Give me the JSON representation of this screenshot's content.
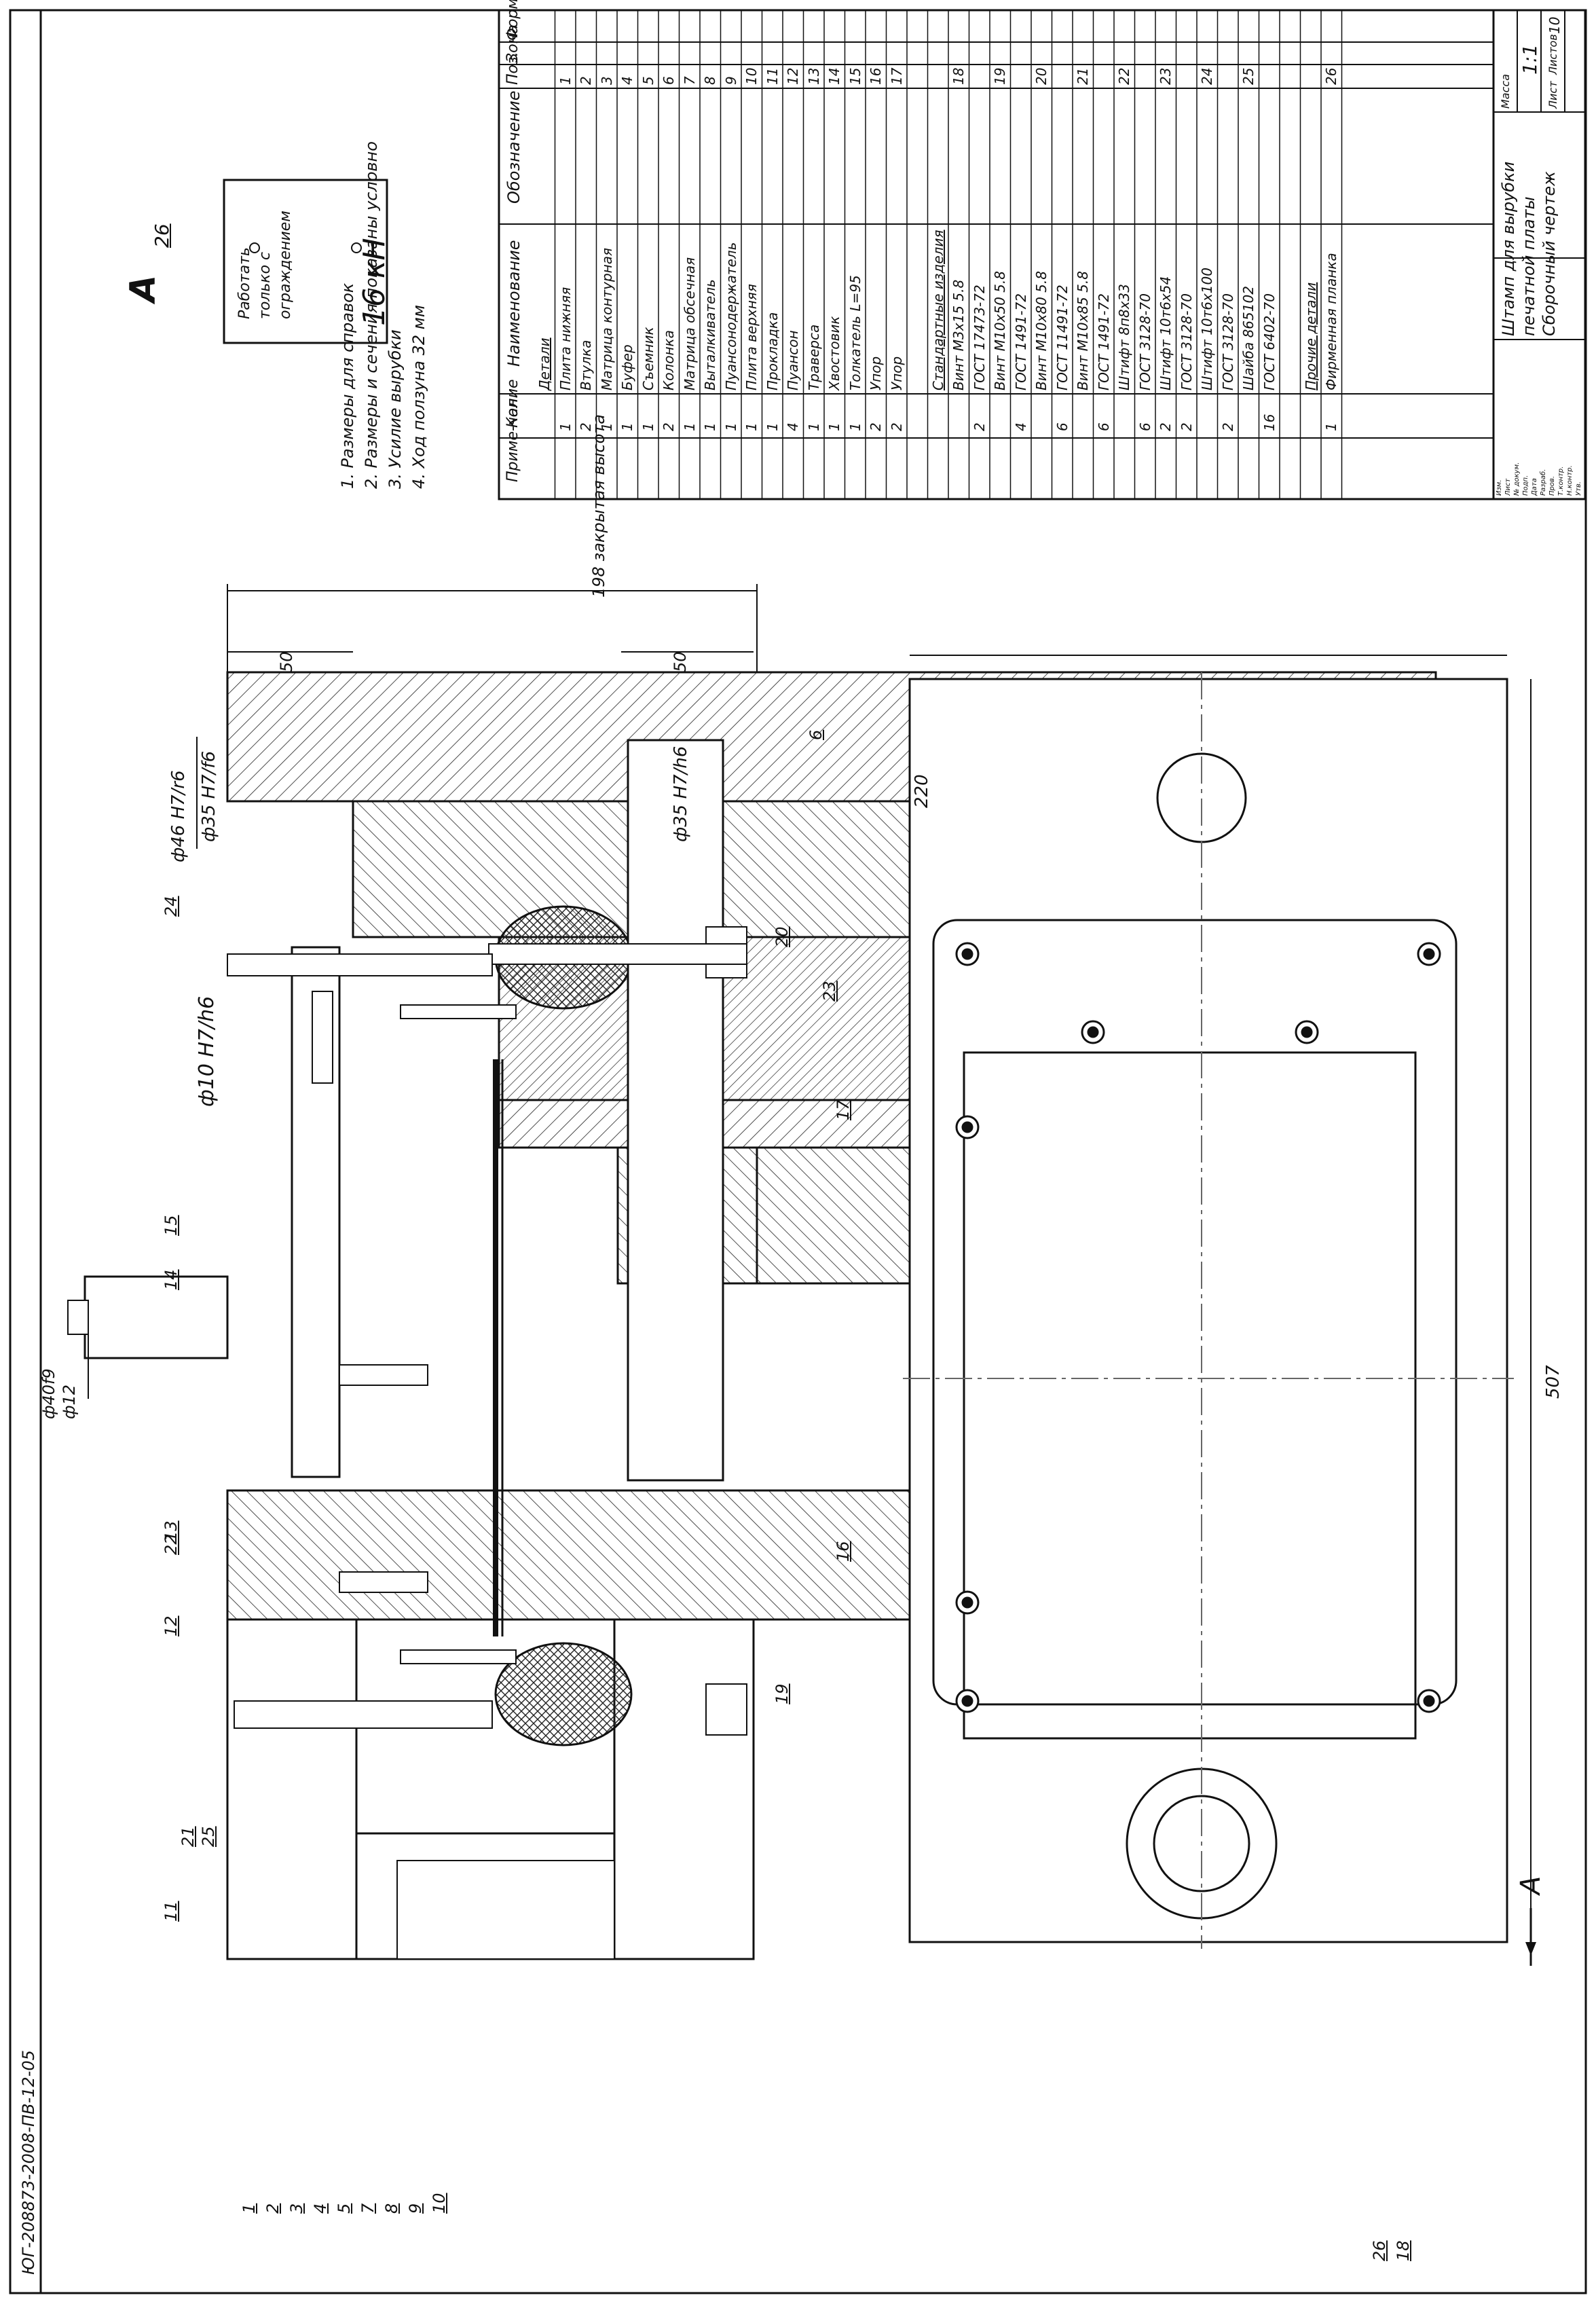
{
  "drawing": {
    "doc_code": "ЮГ-208873-2008-ПВ-12-05",
    "view_label": "A",
    "view_arrow_label": "A",
    "label_plate": {
      "number": "26",
      "lines": [
        "Работать",
        "только с",
        "ограждением"
      ]
    },
    "notes": [
      "1. Размеры для справок",
      "2. Размеры и сечения показаны условно",
      "3. Усилие вырубки",
      "4. Ход ползуна 32 мм"
    ],
    "force_value": "16 кН",
    "dimensions": {
      "closed_height": "198 закрытая высота",
      "top_plate": "50",
      "bottom_plate": "50",
      "length": "507",
      "width": "220",
      "bush_fit": "ф46 H7/r6",
      "column_fit_top": "ф35 H7/f6",
      "column_fit_bottom": "ф35 H7/h6",
      "pin_fit": "ф10 H7/h6",
      "shank_d1": "ф40f9",
      "shank_d2": "ф12"
    },
    "callouts": [
      "1",
      "2",
      "3",
      "4",
      "5",
      "7",
      "8",
      "9",
      "10",
      "11",
      "12",
      "13",
      "14",
      "15",
      "22",
      "24",
      "6",
      "16",
      "17",
      "18",
      "19",
      "20",
      "21",
      "23",
      "25",
      "26"
    ]
  },
  "spec_table": {
    "headers": {
      "format": "Формат",
      "zone": "Зона",
      "pos": "Поз.",
      "designation": "Обозначение",
      "name": "Наименование",
      "qty": "Кол.",
      "note": "Приме-чание"
    },
    "rows": [
      {
        "pos": "",
        "name": "Детали",
        "qty": "",
        "section": true
      },
      {
        "pos": "1",
        "name": "Плита нижняя",
        "qty": "1"
      },
      {
        "pos": "2",
        "name": "Втулка",
        "qty": "2"
      },
      {
        "pos": "3",
        "name": "Матрица контурная",
        "qty": "1"
      },
      {
        "pos": "4",
        "name": "Буфер",
        "qty": "1"
      },
      {
        "pos": "5",
        "name": "Съемник",
        "qty": "1"
      },
      {
        "pos": "6",
        "name": "Колонка",
        "qty": "2"
      },
      {
        "pos": "7",
        "name": "Матрица обсечная",
        "qty": "1"
      },
      {
        "pos": "8",
        "name": "Выталкиватель",
        "qty": "1"
      },
      {
        "pos": "9",
        "name": "Пуансонодержатель",
        "qty": "1"
      },
      {
        "pos": "10",
        "name": "Плита верхняя",
        "qty": "1"
      },
      {
        "pos": "11",
        "name": "Прокладка",
        "qty": "1"
      },
      {
        "pos": "12",
        "name": "Пуансон",
        "qty": "4"
      },
      {
        "pos": "13",
        "name": "Траверса",
        "qty": "1"
      },
      {
        "pos": "14",
        "name": "Хвостовик",
        "qty": "1"
      },
      {
        "pos": "15",
        "name": "Толкатель L=95",
        "qty": "1"
      },
      {
        "pos": "16",
        "name": "Упор",
        "qty": "2"
      },
      {
        "pos": "17",
        "name": "Упор",
        "qty": "2"
      },
      {
        "pos": "",
        "name": "",
        "qty": ""
      },
      {
        "pos": "",
        "name": "Стандартные изделия",
        "qty": "",
        "section": true
      },
      {
        "pos": "18",
        "name": "Винт М3х15 5.8",
        "qty": ""
      },
      {
        "pos": "",
        "name": "ГОСТ 17473-72",
        "qty": "2"
      },
      {
        "pos": "19",
        "name": "Винт М10х50 5.8",
        "qty": ""
      },
      {
        "pos": "",
        "name": "ГОСТ 1491-72",
        "qty": "4"
      },
      {
        "pos": "20",
        "name": "Винт М10х80 5.8",
        "qty": ""
      },
      {
        "pos": "",
        "name": "ГОСТ 11491-72",
        "qty": "6"
      },
      {
        "pos": "21",
        "name": "Винт М10х85 5.8",
        "qty": ""
      },
      {
        "pos": "",
        "name": "ГОСТ 1491-72",
        "qty": "6"
      },
      {
        "pos": "22",
        "name": "Штифт 8п8х33",
        "qty": ""
      },
      {
        "pos": "",
        "name": "ГОСТ 3128-70",
        "qty": "6"
      },
      {
        "pos": "23",
        "name": "Штифт 10т6х54",
        "qty": "2"
      },
      {
        "pos": "",
        "name": "ГОСТ 3128-70",
        "qty": "2"
      },
      {
        "pos": "24",
        "name": "Штифт 10т6х100",
        "qty": ""
      },
      {
        "pos": "",
        "name": "ГОСТ 3128-70",
        "qty": "2"
      },
      {
        "pos": "25",
        "name": "Шайба 865102",
        "qty": ""
      },
      {
        "pos": "",
        "name": "ГОСТ 6402-70",
        "qty": "16"
      },
      {
        "pos": "",
        "name": "",
        "qty": ""
      },
      {
        "pos": "",
        "name": "Прочие детали",
        "qty": "",
        "section": true
      },
      {
        "pos": "26",
        "name": "Фирменная планка",
        "qty": "1"
      }
    ]
  },
  "title_block": {
    "title_lines": [
      "Штамп для вырубки",
      "печатной платы",
      "Сборочный чертеж"
    ],
    "scale_label": "Масса",
    "scale": "1:1",
    "sheet_label": "Лист",
    "sheets_label": "Листов",
    "sheets": "10",
    "sign_rows": [
      "Изм.",
      "Лист",
      "№ докум.",
      "Подп.",
      "Дата",
      "Разраб.",
      "Пров.",
      "Т.контр.",
      "Н.контр.",
      "Утв."
    ]
  }
}
